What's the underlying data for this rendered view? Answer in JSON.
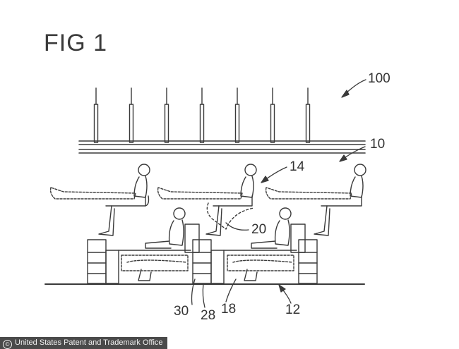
{
  "figure": {
    "title": "FIG 1",
    "refs": {
      "r100": "100",
      "r10": "10",
      "r14": "14",
      "r20": "20",
      "r30": "30",
      "r28": "28",
      "r18": "18",
      "r12": "12"
    }
  },
  "credit": {
    "icon": "copyright-icon",
    "text": "United States Patent and Trademark Office"
  },
  "colors": {
    "ink": "#3a3a3a",
    "dash": "#555555",
    "bar": "#4a4a4a"
  }
}
